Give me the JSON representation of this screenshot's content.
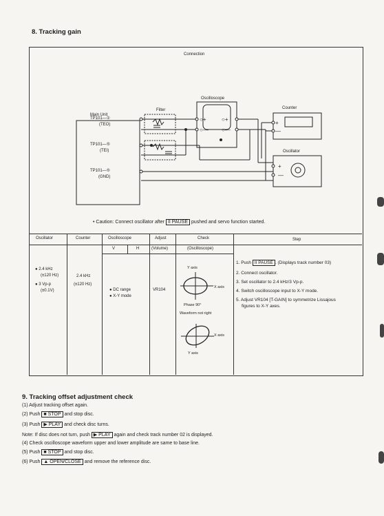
{
  "section8": {
    "title": "8. Tracking gain",
    "connection_label": "Connection",
    "oscilloscope_label": "Oscilloscope",
    "counter_label": "Counter",
    "oscillator_label": "Oscillator",
    "main_unit_label": "Main Unit",
    "filter_label": "Filter",
    "tp_teo": "TP101—①",
    "tp_teo_sub": "(TEO)",
    "tp_tei": "TP101—⑤",
    "tp_tei_sub": "(TEI)",
    "tp_gnd": "TP101—⑤",
    "tp_gnd_sub": "(GND)",
    "caution_prefix": "• Caution: Connect oscillator after",
    "caution_key": "II PAUSE",
    "caution_suffix": "pushed and servo function started."
  },
  "table": {
    "headers": {
      "oscillator": "Oscillator",
      "counter": "Counter",
      "oscilloscope": "Oscilloscope",
      "adjust": "Adjust",
      "check": "Check",
      "step": "Step"
    },
    "subheaders": {
      "v": "V",
      "h": "H",
      "volume": "(Volume)",
      "osc": "(Oscilloscope)"
    },
    "oscillator_col": {
      "line1": "● 2.4 kHz",
      "line2": "(±120 Hz)",
      "line3": "● 3 Vp-p",
      "line4": "(±0.1V)"
    },
    "counter_col": {
      "line1": "2.4 kHz",
      "line2": "(±120 Hz)"
    },
    "scope_col": {
      "line1": "● DC range",
      "line2": "● X-Y mode"
    },
    "adjust_col": "VR104",
    "check_col": {
      "y_axis": "Y axis",
      "x_axis": "X axis",
      "phase": "Phase 90°",
      "waveform_caption": "Waveform not right",
      "x_axis2": "X axis",
      "y_axis2": "Y axis"
    },
    "steps": {
      "s1_prefix": "1. Push",
      "s1_key": "II PAUSE",
      "s1_suffix": ". (Displays track number",
      "s1_num": "03)",
      "s2": "2. Connect oscillator.",
      "s3": "3. Set oscillator to 2.4 kHz/3 Vp-p.",
      "s4": "4. Switch oscilloscope input to X-Y mode.",
      "s5_line1": "5. Adjust VR104 [T-GAIN] to symmetrize Lissajous",
      "s5_line2": "figures to X-Y axes."
    }
  },
  "section9": {
    "title": "9. Tracking offset adjustment check",
    "l1": "(1) Adjust tracking offset again.",
    "l2_prefix": "(2) Push",
    "l2_key": "■ STOP",
    "l2_suffix": "and stop disc.",
    "l3_prefix": "(3) Push",
    "l3_key": "▶ PLAY",
    "l3_suffix": "and check disc turns.",
    "note_prefix": "Note: If disc does not turn, push",
    "note_key": "▶ PLAY",
    "note_suffix": "again and check track number   02   is displayed.",
    "l4": "(4) Check oscilloscope waveform upper and lower amplitude are same to base line.",
    "l5_prefix": "(5) Push",
    "l5_key": "■ STOP",
    "l5_suffix": "and stop disc.",
    "l6_prefix": "(6) Push",
    "l6_key": "▲ OPEN/CLOSE",
    "l6_suffix": "and remove the reference disc."
  }
}
